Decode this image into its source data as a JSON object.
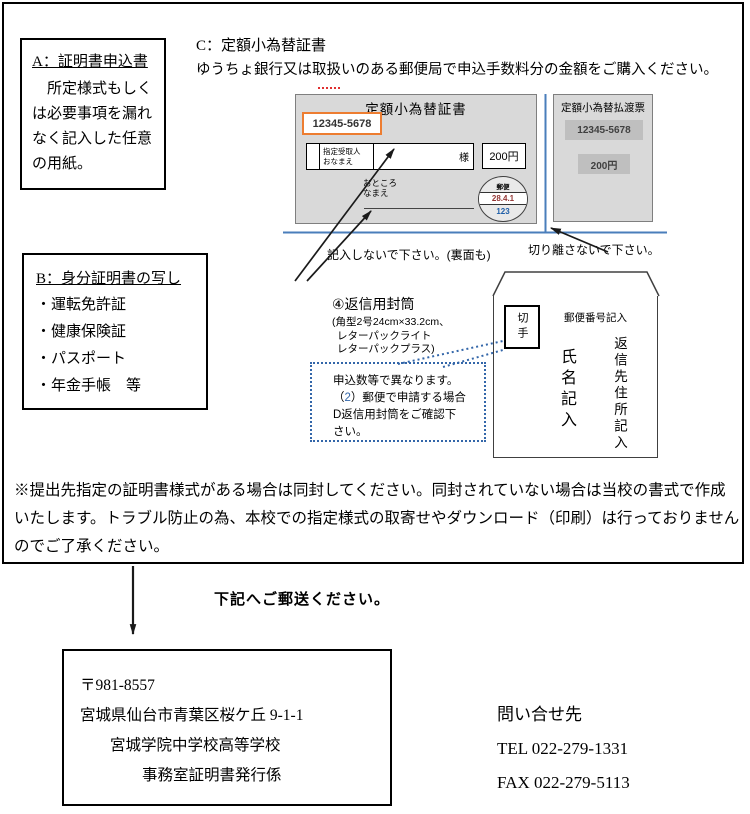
{
  "colors": {
    "serial_border_orange": "#ed7d31",
    "perforation_blue": "#4a7ebb",
    "callout_dotted_blue": "#3366a9",
    "stamp_date_red": "#943634",
    "stamp_number_blue": "#1f5fa9",
    "diagram_gray": "#d9d9d9"
  },
  "section_a": {
    "title": "A：証明書申込書",
    "body": "所定様式もしくは必要事項を漏れなく記入した任意の用紙。"
  },
  "section_c": {
    "title": "C：定額小為替証書",
    "subtitle": "ゆうちょ銀行又は取扱いのある郵便局で申込手数料分の金額をご購入ください。"
  },
  "money_order": {
    "certificate_title": "定額小為替証書",
    "serial": "12345-5678",
    "payee_label": "指定受取人\nおなまえ",
    "honorific": "様",
    "amount": "200円",
    "address_label": "おところ\nなまえ",
    "stamp_top": "郵便",
    "stamp_date": "28.4.1",
    "stamp_number": "123",
    "stub_title": "定額小為替払渡票",
    "stub_serial": "12345-5678",
    "stub_amount": "200円",
    "note_do_not_write": "記入しないで下さい。(裏面も)",
    "note_do_not_cut": "切り離さないで下さい。"
  },
  "section_b": {
    "title": "B：身分証明書の写し",
    "items": [
      "・運転免許証",
      "・健康保険証",
      "・パスポート",
      "・年金手帳　等"
    ]
  },
  "envelope_section": {
    "title": "④返信用封筒",
    "size_note_1": "(角型2号24cm×33.2cm、",
    "size_note_2": "レターパックライト",
    "size_note_3": "レターパックプラス)",
    "callout": {
      "line1": "申込数等で異なります。",
      "line2_prefix": "（",
      "line2_num": "2",
      "line2_suffix": "）郵便で申請する場合",
      "line3": "D返信用封筒をご確認下",
      "line4": "さい。"
    },
    "envelope": {
      "stamp_label": "切手",
      "postal_code_label": "郵便番号記入",
      "address_label": "返信先住所記入",
      "name_label": "氏名記入"
    }
  },
  "footnote": "※提出先指定の証明書様式がある場合は同封してください。同封されていない場合は当校の書式で作成いたします。トラブル防止の為、本校での指定様式の取寄せやダウンロード（印刷）は行っておりませんのでご了承ください。",
  "mailing": {
    "instruction": "下記へご郵送ください。",
    "postal_code": "〒981-8557",
    "address_line1": "宮城県仙台市青葉区桜ケ丘 9-1-1",
    "address_line2": "宮城学院中学校高等学校",
    "address_line3": "事務室証明書発行係",
    "contact_title": "問い合せ先",
    "tel": "TEL 022-279-1331",
    "fax": "FAX 022-279-5113"
  }
}
